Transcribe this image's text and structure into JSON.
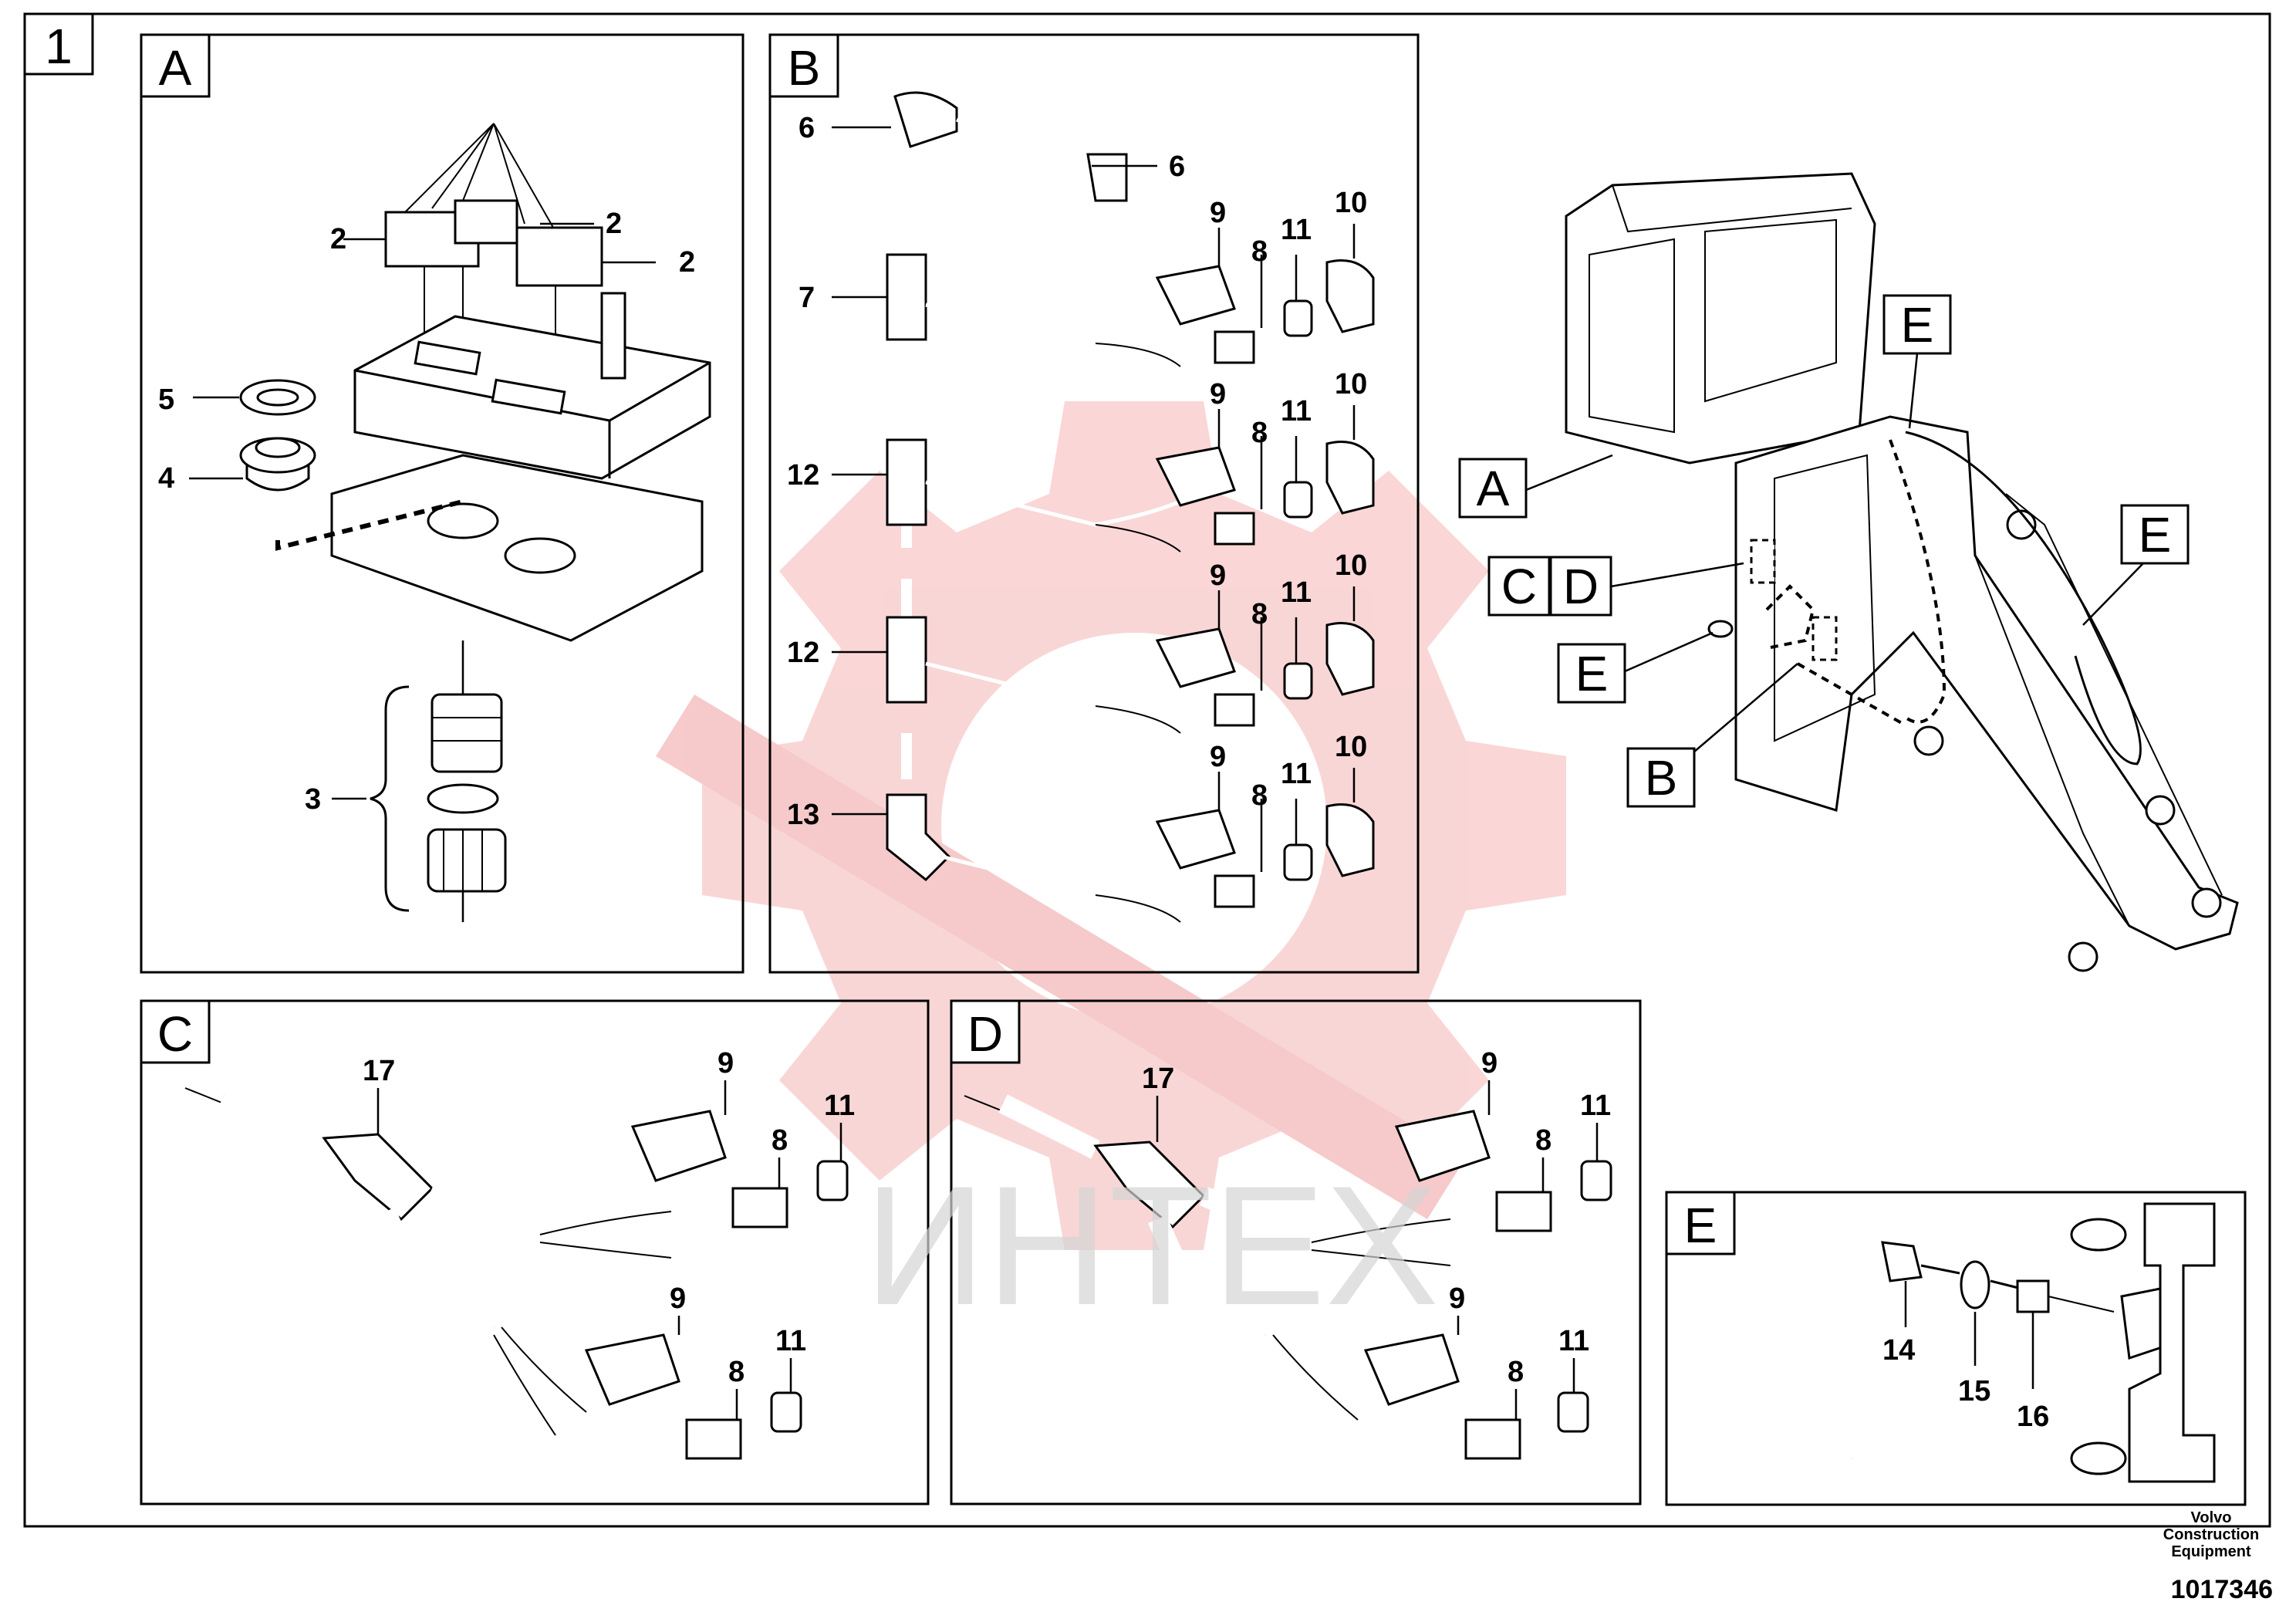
{
  "sheet_label": "1",
  "panels": {
    "A": {
      "label": "A",
      "callouts": [
        "2",
        "2",
        "2",
        "5",
        "4",
        "3"
      ]
    },
    "B": {
      "label": "B",
      "callouts": [
        "6",
        "6",
        "7",
        "12",
        "12",
        "13",
        "9",
        "8",
        "11",
        "10",
        "9",
        "8",
        "11",
        "10",
        "9",
        "8",
        "11",
        "10",
        "9",
        "8",
        "11",
        "10"
      ]
    },
    "C": {
      "label": "C",
      "callouts": [
        "17",
        "9",
        "8",
        "11",
        "9",
        "8",
        "11"
      ]
    },
    "D": {
      "label": "D",
      "callouts": [
        "17",
        "9",
        "8",
        "11",
        "9",
        "8",
        "11"
      ]
    },
    "E": {
      "label": "E",
      "callouts": [
        "14",
        "15",
        "16"
      ]
    }
  },
  "overview": {
    "tags": [
      "A",
      "C",
      "D",
      "E",
      "B",
      "E",
      "E"
    ]
  },
  "watermark": "ИНТЕХ",
  "footer": {
    "company_line1": "Volvo Construction",
    "company_line2": "Equipment",
    "drawing_number": "1017346"
  },
  "colors": {
    "line": "#000000",
    "watermark_red": "#f2a0a0",
    "watermark_gray": "#d0d0d0"
  }
}
